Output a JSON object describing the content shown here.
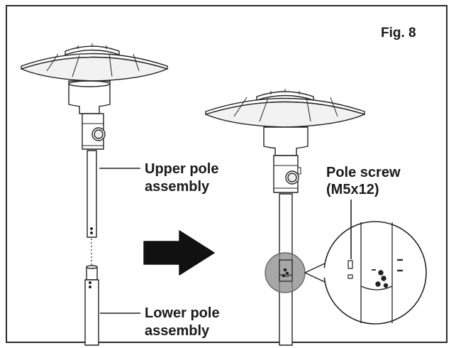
{
  "figure": {
    "label": "Fig. 8"
  },
  "callouts": {
    "upper_pole": {
      "line1": "Upper pole",
      "line2": "assembly"
    },
    "pole_screw": {
      "line1": "Pole screw",
      "line2": "(M5x12)"
    },
    "lower_pole": {
      "line1": "Lower pole",
      "line2": "assembly"
    }
  },
  "colors": {
    "stroke": "#222222",
    "reflector_fill": "#f2f2f2",
    "detail_circle": "#7f7f7f",
    "arrow": "#111111"
  },
  "icons": [
    "right-arrow-icon",
    "magnifier-detail-icon"
  ]
}
